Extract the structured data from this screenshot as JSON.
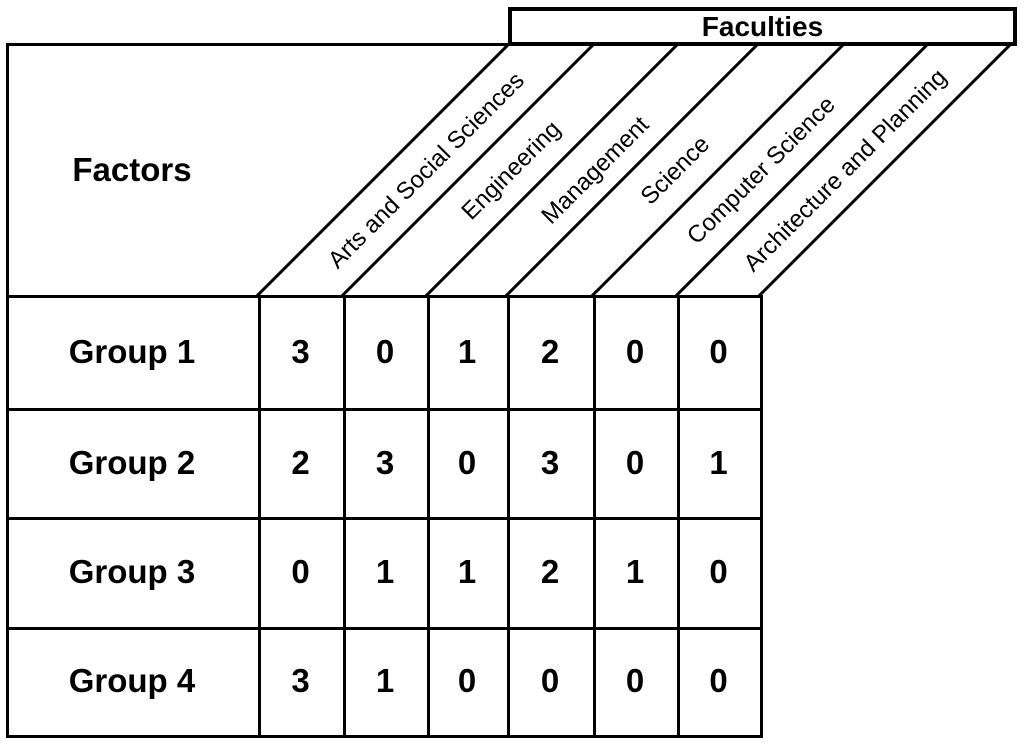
{
  "chart_data": {
    "type": "table",
    "title": "",
    "row_axis_label": "Factors",
    "column_axis_label": "Faculties",
    "columns": [
      "Arts and Social Sciences",
      "Engineering",
      "Management",
      "Science",
      "Computer Science",
      "Architecture and Planning"
    ],
    "rows": [
      "Group 1",
      "Group 2",
      "Group 3",
      "Group 4"
    ],
    "values": [
      [
        3,
        0,
        1,
        2,
        0,
        0
      ],
      [
        2,
        3,
        0,
        3,
        0,
        1
      ],
      [
        0,
        1,
        1,
        2,
        1,
        0
      ],
      [
        3,
        1,
        0,
        0,
        0,
        0
      ]
    ],
    "layout": {
      "header_style": "slanted-45deg",
      "grid": "on"
    }
  },
  "colors": {
    "line": "#000000",
    "background": "#ffffff",
    "text": "#000000"
  }
}
